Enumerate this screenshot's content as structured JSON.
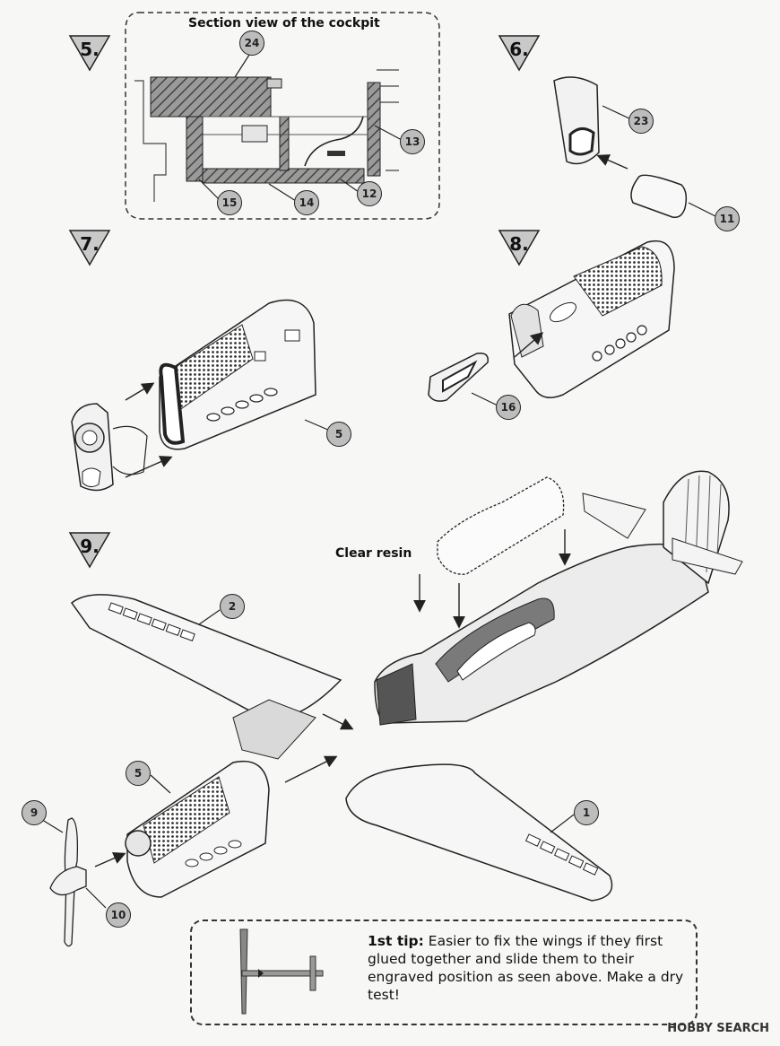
{
  "steps": [
    {
      "number": "5."
    },
    {
      "number": "6."
    },
    {
      "number": "7."
    },
    {
      "number": "8."
    },
    {
      "number": "9."
    }
  ],
  "section_title": "Section view of the cockpit",
  "clear_resin_label": "Clear resin",
  "callouts": {
    "c24": "24",
    "c13": "13",
    "c12": "12",
    "c14": "14",
    "c15": "15",
    "c23": "23",
    "c11": "11",
    "c5a": "5",
    "c16": "16",
    "c2": "2",
    "c5b": "5",
    "c9": "9",
    "c10": "10",
    "c1": "1"
  },
  "tip": {
    "lead": "1st tip:",
    "body": "Easier to fix the wings if they first glued together and slide them to their engraved position as seen above. Make a dry test!"
  },
  "watermark": "HOBBY SEARCH"
}
